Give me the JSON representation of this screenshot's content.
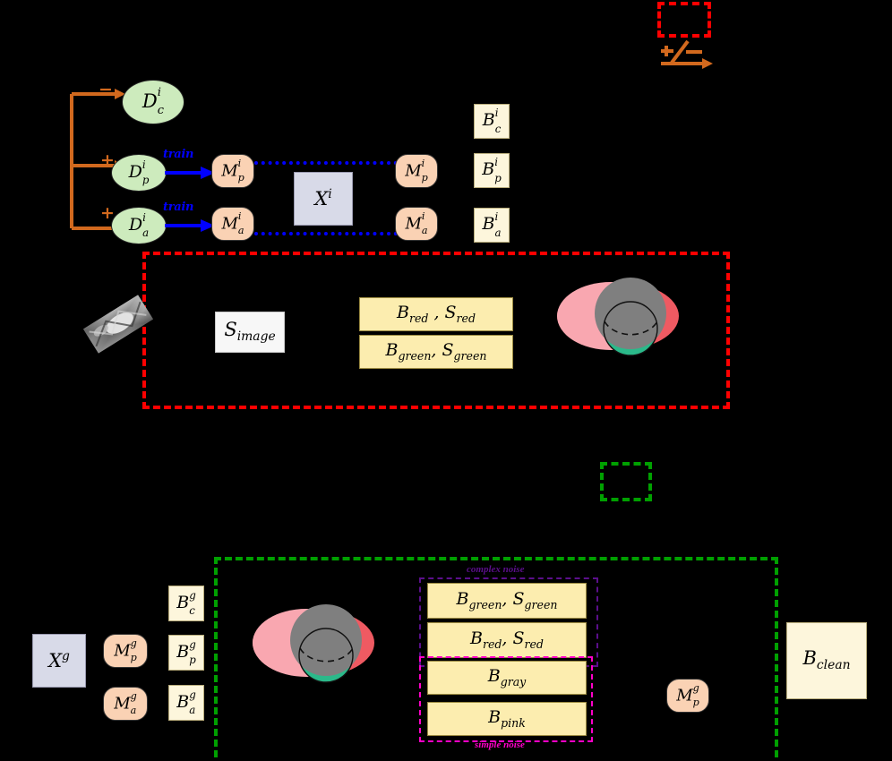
{
  "figure": {
    "background_color": "#000000",
    "legend": {
      "red_box_icon": "red-dashed-rectangle-icon",
      "red_box_color": "#ff0000",
      "green_box_icon": "green-dashed-rectangle-icon",
      "green_box_color": "#00a000",
      "arrow_icon": "plus-minus-arrow-icon",
      "arrow_color": "#d2691e",
      "plus_symbol": "+",
      "minus_symbol": "−",
      "slash_symbol": "/"
    }
  },
  "individual_stage": {
    "branch_signs": [
      "−",
      "+",
      "+"
    ],
    "datasets": [
      {
        "base": "D",
        "sup": "i",
        "sub": "c"
      },
      {
        "base": "D",
        "sup": "i",
        "sub": "p"
      },
      {
        "base": "D",
        "sup": "i",
        "sub": "a"
      }
    ],
    "train_label": "train",
    "models_left": [
      {
        "base": "M",
        "sup": "i",
        "sub": "p"
      },
      {
        "base": "M",
        "sup": "i",
        "sub": "a"
      }
    ],
    "input": {
      "base": "X",
      "sup": "i"
    },
    "models_right": [
      {
        "base": "M",
        "sup": "i",
        "sub": "p"
      },
      {
        "base": "M",
        "sup": "i",
        "sub": "a"
      }
    ],
    "outputs": [
      {
        "base": "B",
        "sup": "i",
        "sub": "c"
      },
      {
        "base": "B",
        "sup": "i",
        "sub": "p"
      },
      {
        "base": "B",
        "sup": "i",
        "sub": "a"
      }
    ]
  },
  "red_panel": {
    "border_color": "#ff0000",
    "thumbnail": "tissue-microscopy-thumbnail",
    "score_box": {
      "base": "S",
      "sub": "image"
    },
    "bars": [
      {
        "text": "B_red , S_red",
        "b": "B",
        "b_sub": "red",
        "s": "S",
        "s_sub": "red"
      },
      {
        "text": "B_green, S_green",
        "b": "B",
        "b_sub": "green",
        "s": "S",
        "s_sub": "green"
      }
    ],
    "venn": {
      "pink": "#f9a7b0",
      "red": "#ef5a62",
      "gray": "#7f7f7f",
      "green": "#2bb98a"
    }
  },
  "global_stage": {
    "input": {
      "base": "X",
      "sup": "g"
    },
    "models": [
      {
        "base": "M",
        "sup": "g",
        "sub": "p"
      },
      {
        "base": "M",
        "sup": "g",
        "sub": "a"
      }
    ],
    "outputs": [
      {
        "base": "B",
        "sup": "g",
        "sub": "c"
      },
      {
        "base": "B",
        "sup": "g",
        "sub": "p"
      },
      {
        "base": "B",
        "sup": "g",
        "sub": "a"
      }
    ],
    "border_color": "#00a000",
    "venn": {
      "pink": "#f9a7b0",
      "red": "#ef5a62",
      "gray": "#7f7f7f",
      "green": "#2bb98a"
    },
    "complex_noise_label": "complex noise",
    "simple_noise_label": "simple noise",
    "complex_bars": [
      {
        "b": "B",
        "b_sub": "green",
        "s": "S",
        "s_sub": "green"
      },
      {
        "b": "B",
        "b_sub": "red",
        "s": "S",
        "s_sub": "red"
      }
    ],
    "simple_bars": [
      {
        "b": "B",
        "b_sub": "gray"
      },
      {
        "b": "B",
        "b_sub": "pink"
      }
    ],
    "selected_model": {
      "base": "M",
      "sup": "g",
      "sub": "p"
    },
    "clean_box": {
      "base": "B",
      "sub": "clean"
    }
  }
}
